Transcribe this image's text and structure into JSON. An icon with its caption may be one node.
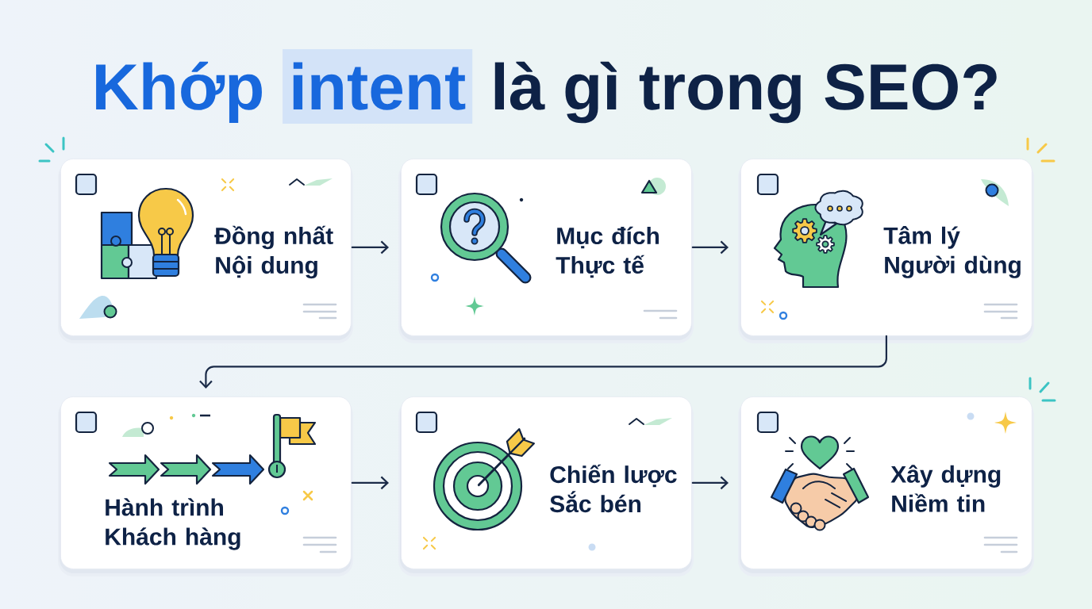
{
  "diagram": {
    "title": "Khớp intent là gì trong SEO?",
    "nodes": [
      {
        "text": [
          "Đồng nhất Nội dung"
        ]
      },
      {
        "text": [
          "Mục đích Thực tế"
        ]
      },
      {
        "text": [
          "Tâm lý Người dùng"
        ]
      },
      {
        "text": [
          "Hành trình Khách hàng"
        ]
      },
      {
        "text": [
          "Chiến lược Sắc bén"
        ]
      },
      {
        "text": [
          "Xây dựng Niềm tin"
        ]
      }
    ],
    "edges": [
      {
        "from": 0,
        "to": 1,
        "arrow": "to"
      },
      {
        "from": 1,
        "to": 2,
        "arrow": "to"
      },
      {
        "from": 2,
        "to": 3,
        "arrow": "to"
      },
      {
        "from": 3,
        "to": 4,
        "arrow": "to"
      },
      {
        "from": 4,
        "to": 5,
        "arrow": "to"
      }
    ]
  }
}
